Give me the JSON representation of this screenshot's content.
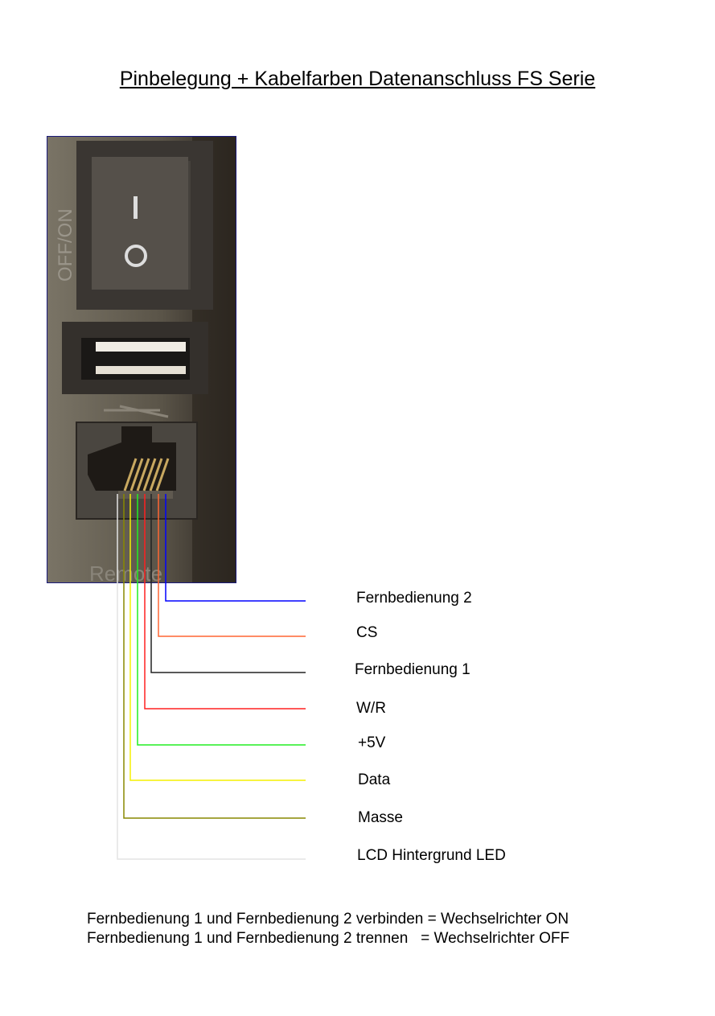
{
  "title": "Pinbelegung + Kabelfarben Datenanschluss FS Serie",
  "photo": {
    "switch_label": "OFF/ON",
    "switch_on_symbol": "I",
    "switch_off_symbol": "O",
    "port_label": "Remote"
  },
  "pins": [
    {
      "label": "Fernbedienung 2",
      "color": "#0000ff"
    },
    {
      "label": "CS",
      "color": "#ff6633"
    },
    {
      "label": "Fernbedienung 1",
      "color": "#222222"
    },
    {
      "label": "W/R",
      "color": "#ff2020"
    },
    {
      "label": "+5V",
      "color": "#22ee22"
    },
    {
      "label": "Data",
      "color": "#f5f000"
    },
    {
      "label": "Masse",
      "color": "#888800"
    },
    {
      "label": "LCD Hintergrund LED",
      "color": "#e4e4e4"
    }
  ],
  "notes": [
    "Fernbedienung 1 und Fernbedienung 2 verbinden = Wechselrichter ON",
    "Fernbedienung 1 und Fernbedienung 2 trennen   = Wechselrichter OFF"
  ]
}
